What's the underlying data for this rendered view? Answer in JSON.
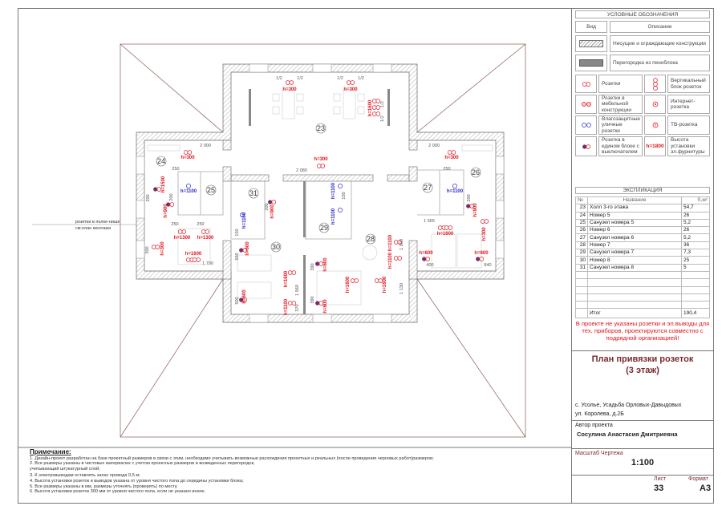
{
  "legend": {
    "title": "УСЛОВНЫЕ ОБОЗНАЧЕНИЯ",
    "col_view": "Вид",
    "col_desc": "Описание",
    "rows": [
      {
        "desc": "Несущие и ограждающие конструкции",
        "icon": "hatched-wall-icon"
      },
      {
        "desc": "Перегородка из пеноблока",
        "icon": "gray-partition-icon"
      }
    ],
    "symbols": [
      {
        "desc": "Розетки",
        "icon": "socket-icon"
      },
      {
        "desc": "Вертикальный блок розеток",
        "icon": "vertical-socket-block-icon"
      },
      {
        "desc": "Розетки в мебельной конструкции",
        "icon": "furniture-socket-icon"
      },
      {
        "desc": "Интернет-розетка",
        "icon": "internet-socket-icon"
      },
      {
        "desc": "Влагозащитные уличные розетки",
        "icon": "waterproof-socket-icon"
      },
      {
        "desc": "ТВ-розетка",
        "icon": "tv-socket-icon"
      },
      {
        "desc": "Розетка в едином блоке с выключателем",
        "icon": "socket-switch-icon"
      },
      {
        "desc": "Высота установки эл.фурнитуры",
        "icon_text": "h=1800"
      }
    ],
    "colors": {
      "socket": "#e0141e",
      "waterproof": "#2a2ad0",
      "partition": "#888888"
    }
  },
  "explication": {
    "title": "ЭКСПЛИКАЦИЯ",
    "headers": [
      "№",
      "Название",
      "S,м²"
    ],
    "rows": [
      [
        "23",
        "Холл 3-го этажа",
        "54,7"
      ],
      [
        "24",
        "Номер 5",
        "26"
      ],
      [
        "25",
        "Санузел номера 5",
        "5,2"
      ],
      [
        "26",
        "Номер 6",
        "26"
      ],
      [
        "27",
        "Санузел номера 6",
        "5,2"
      ],
      [
        "28",
        "Номер 7",
        "36"
      ],
      [
        "29",
        "Санузел номера 7",
        "7,3"
      ],
      [
        "30",
        "Номер 8",
        "25"
      ],
      [
        "31",
        "Санузел номера 8",
        "5"
      ]
    ],
    "total_label": "Итог",
    "total_value": "190,4"
  },
  "warning": "В проекте не указаны розетки и эл.выводы для тех. приборов, проектируются совместно с подрядной организацией!",
  "title_block": {
    "title_line1": "План привязки розеток",
    "title_line2": "(3 этаж)",
    "address_line1": "с. Усолье, Усадьба Орловых-Давыдовых",
    "address_line2": "ул. Королева, д.2Б",
    "author_label": "Автор проекта",
    "author_name": "Сосулина Анастасия Дмитриевна",
    "scale_label": "Масштаб Чертежа",
    "scale_value": "1:100",
    "sheet_label": "Лист",
    "sheet_value": "33",
    "format_label": "Формат",
    "format_value": "А3"
  },
  "notes": {
    "title": "Примечание:",
    "items": [
      "1. Дизайн-проект разработан на базе проектный размеров в связи с этим, необходимо учитывать возможные расхождения проектных и реальных (после проведения черновых работ)размеров;",
      "2. Все размеры указаны в чистовых материалах с учетом проектных размеров и возведенных перегородок,",
      "учитывающий штукатурный слой;",
      "3. К электровыводам оставлять запас провода 0,5 м;",
      "4. Высота установки розеток и выводов указана от уровня чистого пола до середины установки блока;",
      "5. Все размеры указаны в мм, размеры уточнять (проверять) по месту.",
      "6. Высота установки розеток 300 мм от уровня чистого пола, если не указано иначе."
    ]
  },
  "plan": {
    "rooms": [
      "23",
      "24",
      "25",
      "26",
      "27",
      "28",
      "29",
      "30",
      "31"
    ],
    "side_note": [
      "розетки в полке-нише",
      "см.план монтажа"
    ],
    "heights": [
      "h=300",
      "h=300",
      "h=1600",
      "h=300",
      "h=300",
      "h=1100",
      "h=1500",
      "h=900",
      "h=1300",
      "h=1300",
      "h=300",
      "h=1600",
      "h=900",
      "h=1100",
      "h=600",
      "h=1100",
      "h=1100",
      "h=600",
      "h=1600",
      "h=1100",
      "h=600",
      "h=600",
      "h=1600",
      "h=1600",
      "h=1100",
      "h=1100",
      "h=300",
      "h=1100",
      "h=900",
      "h=1600",
      "h=300",
      "h=600",
      "h=600"
    ],
    "dims": [
      "1/2",
      "1/2",
      "1/2",
      "1/2",
      "2 000",
      "2 000",
      "250",
      "250",
      "2 080",
      "250",
      "250",
      "1 700",
      "1 565",
      "400",
      "840",
      "1 000",
      "1 130",
      "200",
      "200",
      "200",
      "150",
      "550",
      "500",
      "390",
      "390",
      "1 569",
      "370",
      "150",
      "300",
      "200",
      "1/2",
      "1/2"
    ]
  }
}
